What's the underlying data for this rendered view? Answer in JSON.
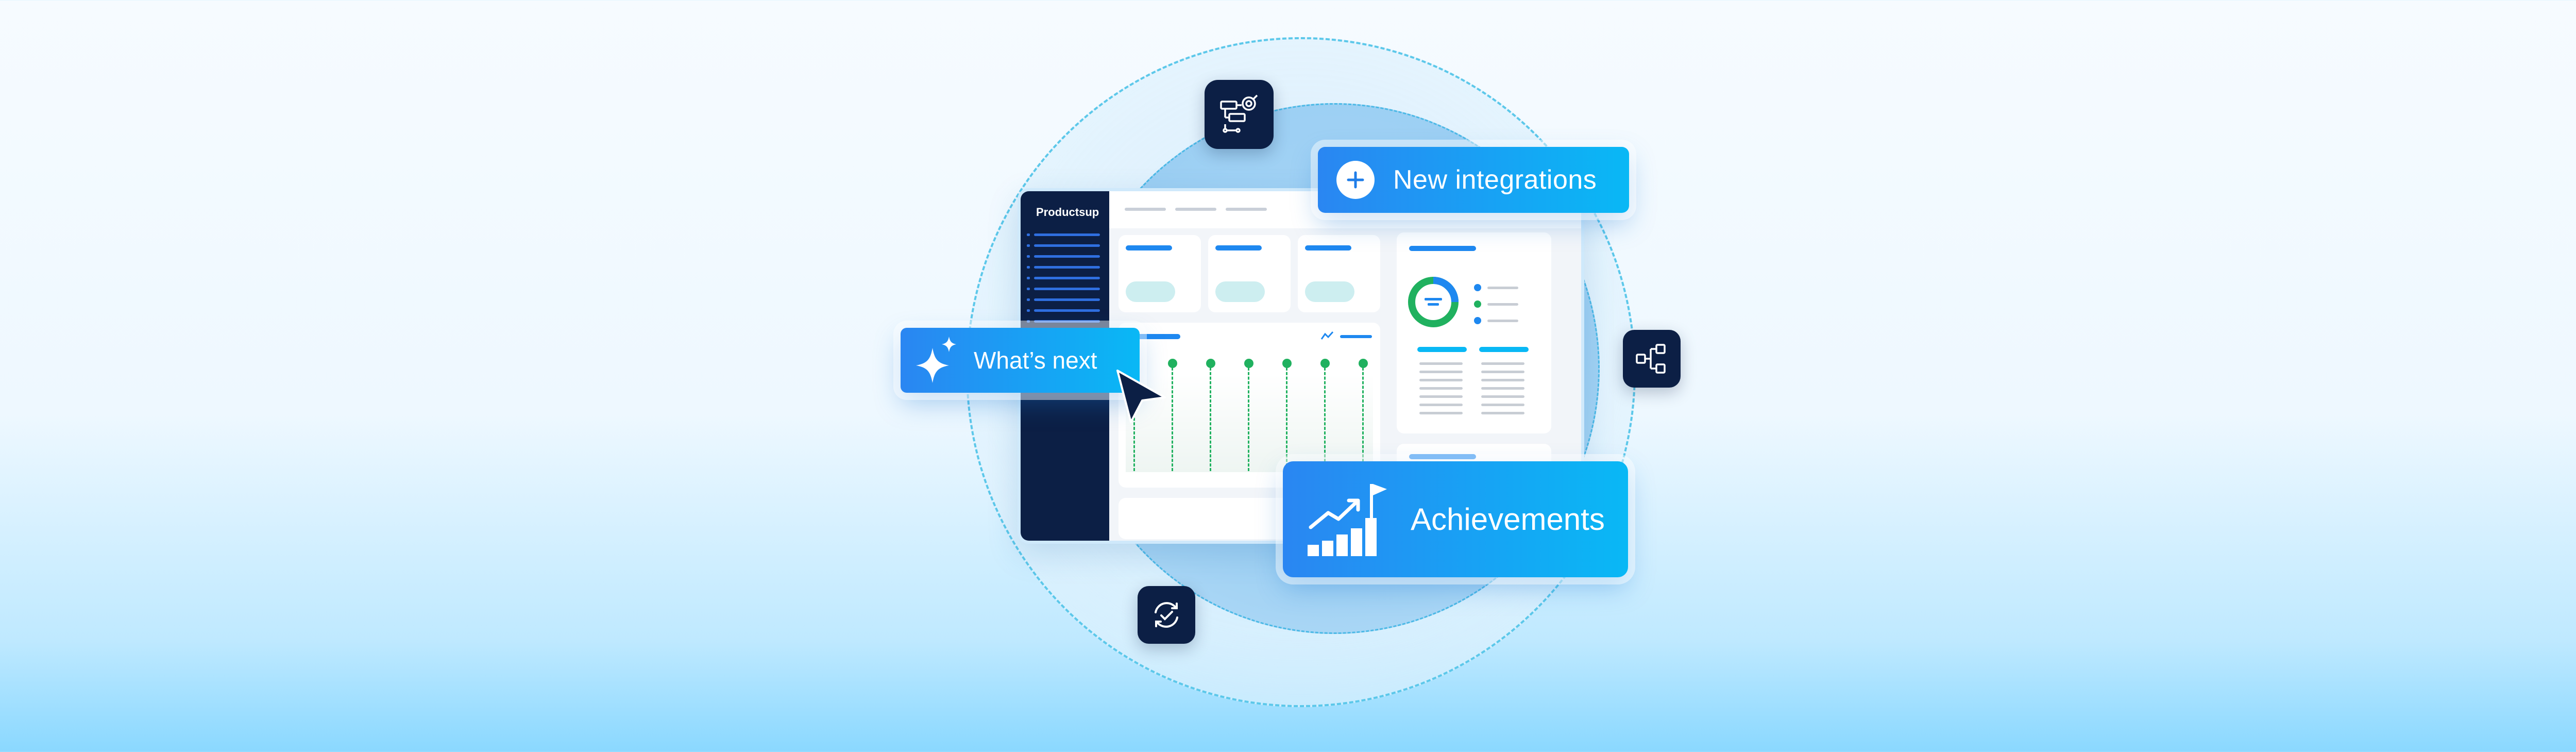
{
  "dashboard": {
    "logo_text": "Productsup"
  },
  "badges": {
    "new_integrations": "New integrations",
    "whats_next": "What’s next",
    "achievements": "Achievements"
  },
  "icons": {
    "top_tile": "workflow-target-icon",
    "right_tile": "hierarchy-icon",
    "bottom_tile": "sync-check-icon",
    "new_integrations": "plus-icon",
    "whats_next": "sparkle-icon",
    "achievements": "growth-chart-flag-icon",
    "cursor": "cursor-arrow-icon"
  },
  "colors": {
    "navy": "#0c1f45",
    "brand_blue": "#2a86f2",
    "cyan": "#09b8f5",
    "green": "#20b15f"
  }
}
